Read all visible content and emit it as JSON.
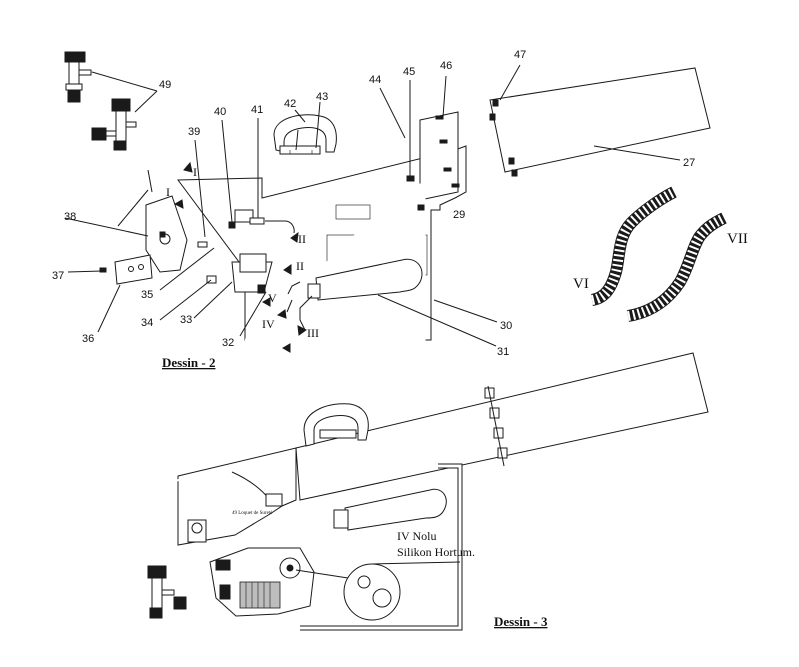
{
  "captions": {
    "drawing2": "Dessin - 2",
    "drawing3": "Dessin - 3"
  },
  "part_numbers": {
    "p27": "27",
    "p29": "29",
    "p30": "30",
    "p31": "31",
    "p32": "32",
    "p33": "33",
    "p34": "34",
    "p35": "35",
    "p36": "36",
    "p37": "37",
    "p38": "38",
    "p39": "39",
    "p40": "40",
    "p41": "41",
    "p42": "42",
    "p43": "43",
    "p44": "44",
    "p45": "45",
    "p46": "46",
    "p47": "47",
    "p49": "49"
  },
  "connection_marks": {
    "I_a": "I",
    "I_b": "I",
    "II_a": "II",
    "II_b": "II",
    "III": "III",
    "IV": "IV",
    "V": "V",
    "VI": "VI",
    "VII": "VII"
  },
  "notes": {
    "hose_line1": "IV Nolu",
    "hose_line2": "Silikon Hortum.",
    "small_label": "49  Loquet de Sureté"
  }
}
